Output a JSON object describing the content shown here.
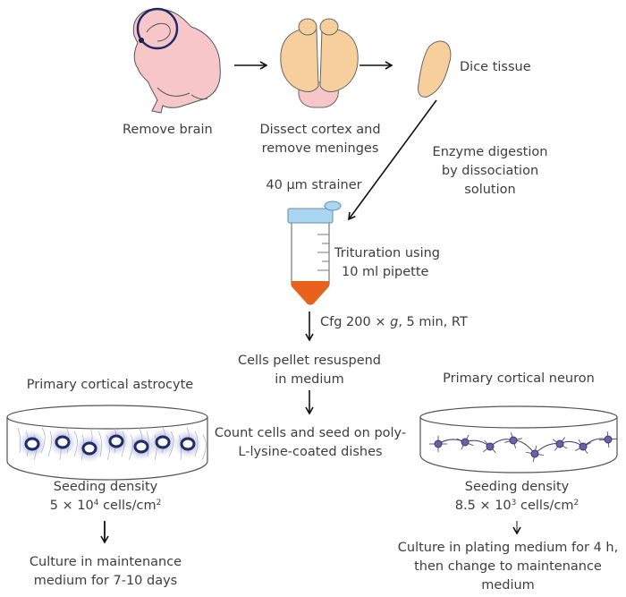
{
  "steps": {
    "remove_brain": "Remove brain",
    "dissect_1": "Dissect cortex and",
    "dissect_2": "remove meninges",
    "dice": "Dice tissue",
    "enzyme_1": "Enzyme digestion",
    "enzyme_2": "by dissociation",
    "enzyme_3": "solution",
    "strainer": "40 μm strainer",
    "trituration_1": "Trituration using",
    "trituration_2": "10 ml pipette",
    "cfg_pre": "Cfg 200 × ",
    "cfg_g": "g",
    "cfg_post": ", 5 min, RT",
    "pellet_1": "Cells pellet resuspend",
    "pellet_2": "in medium",
    "count_1": "Count cells and seed on poly-",
    "count_2": "L-lysine-coated dishes"
  },
  "astrocyte": {
    "title": "Primary cortical astrocyte",
    "density_label": "Seeding density",
    "density_value": "5 × 10",
    "density_exp": "4",
    "density_unit": " cells/cm",
    "density_unit_exp": "2",
    "culture_1": "Culture in maintenance",
    "culture_2": "medium for 7-10 days"
  },
  "neuron": {
    "title": "Primary cortical neuron",
    "density_label": "Seeding density",
    "density_value": "8.5 × 10",
    "density_exp": "3",
    "density_unit": " cells/cm",
    "density_unit_exp": "2",
    "culture_1": "Culture in plating medium for 4 h,",
    "culture_2": "then change to maintenance",
    "culture_3": "medium"
  },
  "colors": {
    "mouse_fill": "#f6c6c9",
    "brain_fill": "#f6cf9d",
    "brainstem_fill": "#f6c6c9",
    "circle_stroke": "#1c2a66",
    "tube_cap": "#a9d6f0",
    "pellet": "#e8621e",
    "cell_dark": "#1b2d6b",
    "cell_halo": "#8f8fc0",
    "neuron": "#3d3668"
  }
}
